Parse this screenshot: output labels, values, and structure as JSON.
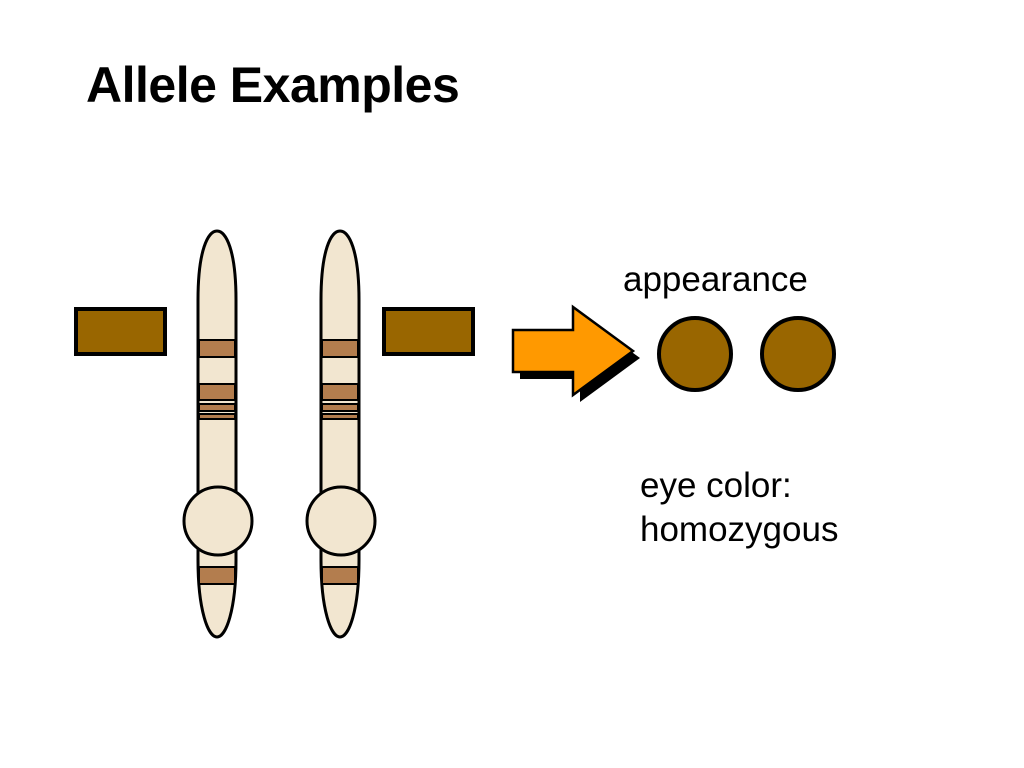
{
  "slide": {
    "title": "Allele Examples",
    "appearance_label": "appearance",
    "trait_label": "eye color:",
    "zygosity_label": "homozygous"
  },
  "colors": {
    "allele": "#996600",
    "chromosome_fill": "#f2e6d0",
    "band": "#b37d4e",
    "arrow": "#ff9900",
    "eye": "#996600",
    "outline": "#000000"
  },
  "icons": [
    "chromosome-icon",
    "gene-block-icon",
    "arrow-icon",
    "eye-icon"
  ]
}
